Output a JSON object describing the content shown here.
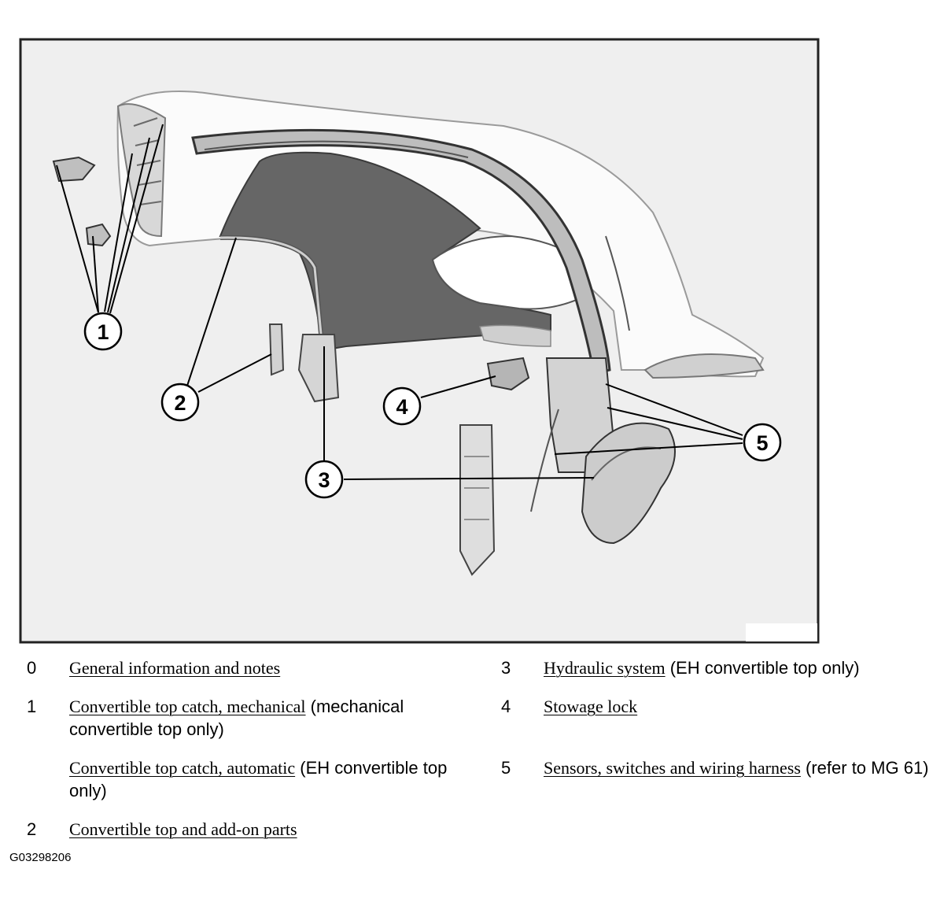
{
  "callouts": [
    "1",
    "2",
    "3",
    "4",
    "5"
  ],
  "legend": [
    {
      "num": "0",
      "link": "General information and notes",
      "note": ""
    },
    {
      "num": "1",
      "link": "Convertible top catch, mechanical",
      "note": " (mechanical convertible top only)"
    },
    {
      "num": "",
      "link": "Convertible top catch, automatic",
      "note": " (EH convertible top only)"
    },
    {
      "num": "2",
      "link": "Convertible top and add-on parts",
      "note": ""
    },
    {
      "num": "3",
      "link": "Hydraulic system",
      "note": " (EH convertible top only)"
    },
    {
      "num": "4",
      "link": "Stowage lock",
      "note": ""
    },
    {
      "num": "5",
      "link": "Sensors, switches and wiring harness",
      "note": " (refer to MG 61)"
    }
  ],
  "figure_id": "G03298206"
}
